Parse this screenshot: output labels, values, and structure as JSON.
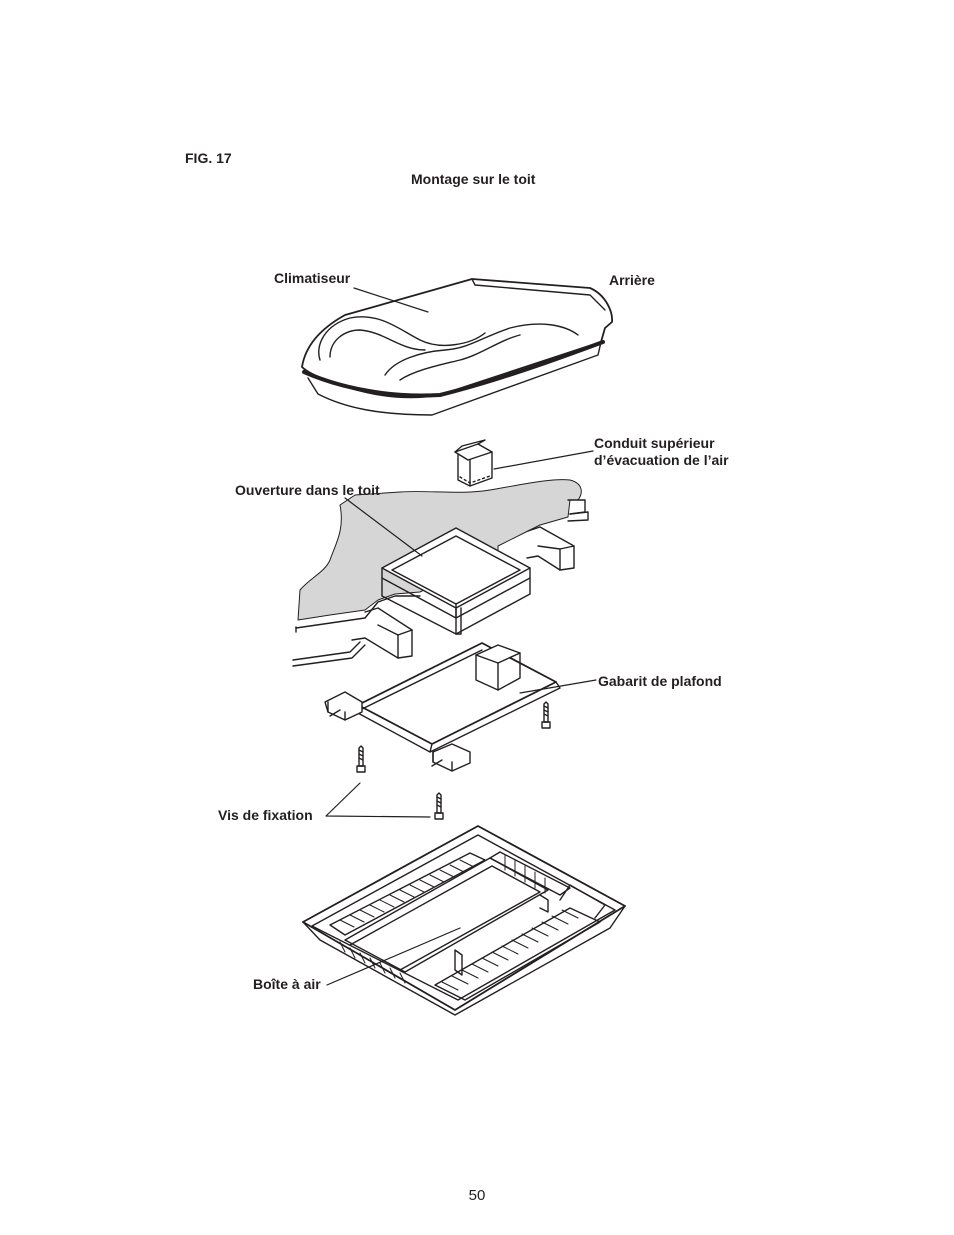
{
  "figure": {
    "label": "FIG. 17",
    "title": "Montage sur le toit"
  },
  "labels": {
    "climatiseur": "Climatiseur",
    "arriere": "Arrière",
    "conduit_line1": "Conduit supérieur",
    "conduit_line2": "d’évacuation de l’air",
    "ouverture": "Ouverture dans le toit",
    "gabarit": "Gabarit de plafond",
    "vis": "Vis de fixation",
    "boite": "Boîte à air"
  },
  "page_number": "50",
  "colors": {
    "ink": "#231f20",
    "roof_fill": "#d6d6d6"
  }
}
